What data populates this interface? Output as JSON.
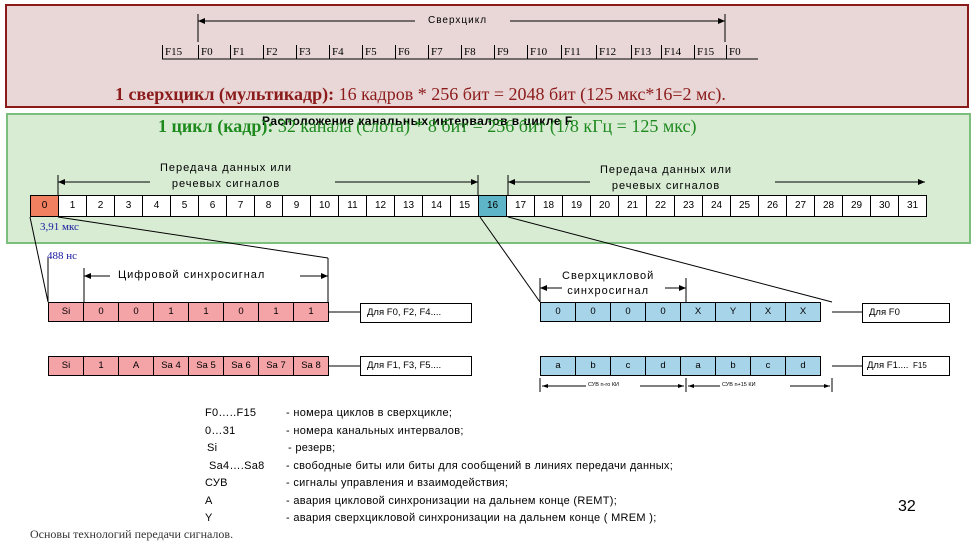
{
  "superframe": {
    "label": "Сверхцикл",
    "frames": [
      "F15",
      "F0",
      "F1",
      "F2",
      "F3",
      "F4",
      "F5",
      "F6",
      "F7",
      "F8",
      "F9",
      "F10",
      "F11",
      "F12",
      "F13",
      "F14",
      "F15",
      "F0"
    ],
    "caption_bold": "1 сверхцикл (мультикадр):",
    "caption_rest": " 16 кадров * 256 бит = 2048 бит (125 мкс*16=2 мс)."
  },
  "frame": {
    "title_under": "Расположение канальных интервалов в цикле F",
    "caption_bold": "1 цикл (кадр):",
    "caption_rest": " 32 канала (слота) * 8 бит = 256 бит (1/8 кГц = 125 мкс)",
    "group_left": [
      "Передача данных или",
      "речевых сигналов"
    ],
    "group_right": [
      "Передача данных или",
      "речевых сигналов"
    ],
    "slots": [
      "0",
      "1",
      "2",
      "3",
      "4",
      "5",
      "6",
      "7",
      "8",
      "9",
      "10",
      "11",
      "12",
      "13",
      "14",
      "15",
      "16",
      "17",
      "18",
      "19",
      "20",
      "21",
      "22",
      "23",
      "24",
      "25",
      "26",
      "27",
      "28",
      "29",
      "30",
      "31"
    ],
    "slot_colors": {
      "slot0": "#f08060",
      "slot16": "#5fb5c8"
    },
    "slot_time": "3,91 мкс",
    "bit_time": "488 нс"
  },
  "sync": {
    "left_title": "Цифровой синхросигнал",
    "right_title": [
      "Сверхцикловой",
      "синхросигнал"
    ],
    "row_left_even": [
      "Si",
      "0",
      "0",
      "1",
      "1",
      "0",
      "1",
      "1"
    ],
    "row_left_odd": [
      "Si",
      "1",
      "A",
      "Sa 4",
      "Sa 5",
      "Sa 6",
      "Sa 7",
      "Sa 8"
    ],
    "row_right_even": [
      "0",
      "0",
      "0",
      "0",
      "X",
      "Y",
      "X",
      "X"
    ],
    "row_right_odd": [
      "a",
      "b",
      "c",
      "d",
      "a",
      "b",
      "c",
      "d"
    ],
    "label_left_even": "Для F0, F2, F4....",
    "label_left_odd": "Для F1, F3, F5....",
    "label_right_even": "Для F0",
    "label_right_odd": "Для F1....",
    "label_right_odd_extra": "F15",
    "cvb_left": "СУВ n-го КИ",
    "cvb_right": "СУВ n+15 КИ"
  },
  "legend": [
    {
      "key": "F0…..F15",
      "val": "- номера циклов в сверхцикле;"
    },
    {
      "key": "0…31",
      "val": "- номера канальных интервалов;"
    },
    {
      "key": "Si",
      "val": "- резерв;"
    },
    {
      "key": "Sa4….Sa8",
      "val": "- свободные биты или биты для сообщений в линиях передачи данных;"
    },
    {
      "key": "СУВ",
      "val": "- сигналы управления и взаимодействия;"
    },
    {
      "key": "A",
      "val": "- авария цикловой синхронизации на дальнем конце (REMT);"
    },
    {
      "key": "Y",
      "val": "- авария сверхцикловой синхронизации на дальнем конце ( MREM );"
    }
  ],
  "footer": {
    "page_number": "32",
    "course": "Основы технологий передачи сигналов."
  }
}
